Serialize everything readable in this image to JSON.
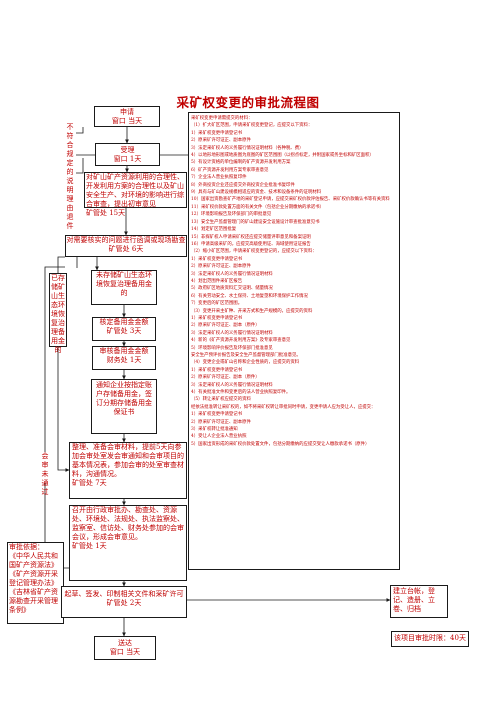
{
  "title": "采矿权变更的审批流程图",
  "nodes": {
    "apply": "申请\n窗口 当天",
    "not_qualified": "不符合规定的说明理由退件",
    "accept": "受理\n窗口 1天",
    "review": "对矿山矿产资源利用的合理性、开发利用方案的合理性以及矿山安全生产、对环境的影响进行综合审查，提出初审意见\n矿管处 15天",
    "field_check": "对需要核实的问题进行函调或现场勘查\n矿管处 6天",
    "recovery_fund_note": "已存储矿山生态环境恢复治理备用金的",
    "no_recovery_fund": "未存储矿山生态环境恢复治理备用金的",
    "check_fund": "核定备用金金额\n矿管处 3天",
    "review_fund": "审核备用金金额\n财务处 1天",
    "notice_deposit": "通知企业按指定账户存储备用金，签订分期存储备用金保证书",
    "organize": "整理、准备会审材料，提前5天向参加会审处室发会审通知和会审项目的基本情况表，参加会审的处室审查材料，沟通情况。\n矿管处 7天",
    "joint_review_note": "会审未通过",
    "meeting": "召开由行政审批办、勘查处、资源处、环境处、法规处、执法监察处、监察室、信访处、财务处参加的会审会议，形成会审意见。\n矿管处 1天",
    "draft": "起草、签发、印制相关文件和采矿许可\n矿管处 2天",
    "deliver": "送达\n窗口 当天",
    "archive": "建立台帐，登记、造册、立卷、归档",
    "total_days": "该项目审批时限：40天",
    "legal_basis": "审批依据：\n《中华人民共和国矿产资源法》\n《矿产资源开采登记管理办法》\n《吉林省矿产资源勘查开采管理条例》"
  },
  "materials": [
    "采矿权变更申请需提交的材料：",
    "（1）扩大矿区范围，申请采矿权变更登记，应提交以下资料：",
    "1）采矿权变更申请登记书",
    "2）原采矿许可证正、副本原件",
    "3）法定采矿权人的义务履行情况证明材料（各种税、费）",
    "4）以地形地形图或地质图为底图的矿区范围图（以拐点标定，并附国家或务坐标和矿区面积）",
    "5）有设计资格的单位编制的矿产资源开发利用方案",
    "6）矿产资源开发利用方案专家审查意见",
    "7）企业法人营业执照复印件",
    "8）外商投资企业还应提交外商投资企业批准书复印件",
    "9）具有与矿山建设规模相适应的资金、技术和设备条件的证明材料",
    "10）国家出资勘查矿产地的采矿登记申请，应提交采矿权价款评估报告、采矿权价款确认书等有关资料",
    "11）采矿权价款处置方面的有关文件（包括企业分期缴纳的承诺书）",
    "12）环境影响报告及环保部门的审批意见",
    "13）安全生产监督管理门的矿山建设安全设施设计审查批准意见书",
    "14）划定矿区范围批复",
    "15）非探矿权人申请采矿权还应提交储量评审意见和备案证明",
    "16）申请高级采矿的，应提交高级使用证、海域使用证证报告",
    "（2）缩小矿区范围，申请采矿权变更登记的，应提交以下资料：",
    "1）采矿权变更申请登记书",
    "2）原采矿许可证正、副本原件",
    "3）法定采矿权人的义务履行情况证明材料",
    "4）划出范围件采矿区报告",
    "5）政府矿区地质资料汇交证明、储量情况",
    "6）有关劳动安全、水土保持、土地复垦和环境保护工作情况",
    "7）变更后的矿区范围图。",
    "（3）变更开采主矿种、开采方式和生产规模的，应提交的资料",
    "1）采矿权变更申请登记书",
    "2）原采矿许可证正、副本（原件）",
    "3）法定采矿权人的义务履行情况证明材料",
    "4）新的《矿产资源开发利用方案》及专家审查意见",
    "5）环境影响评价报告及环保部门批准意见",
    "安全生产预评价报告及安全生产监督管理部门批准意见。",
    "（4）变更企业或矿山名称和企业性质的，应提交的资料",
    "1）采矿权变更申请登记书",
    "2）原采矿许可证正、副本（原件）",
    "3）法定采矿权人的义务履行情况证明材料",
    "4）有关批准文件和变更后的法人营业执照复印件。",
    "（5）转让采矿权应提交的资料",
    "经依法批准转让采矿权的，如不将采矿权转让审批同时申请，变更申请人应为受让人，应提交：",
    "1）采矿权变更申请登记书",
    "2）原采矿许可证正、副本原件",
    "3）采矿权转让批准通知",
    "4）受让人企业法人营业执照",
    "5）国家出资形成的采矿权价款处置文件，包括分期缴纳的应提交受让人缴款承诺书（原件）"
  ]
}
